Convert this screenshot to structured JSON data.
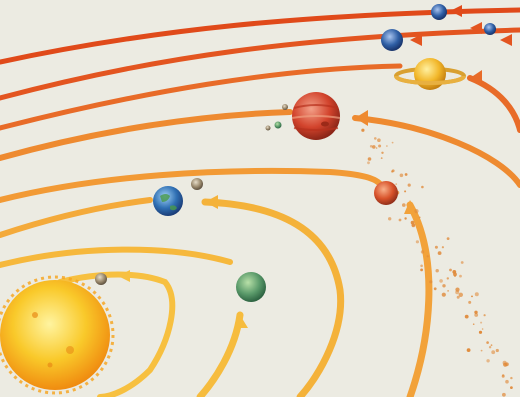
{
  "scene": {
    "type": "illustration",
    "subject": "solar-system",
    "background_color": "#ecebe2",
    "orbit_color_outer": "#e04a1a",
    "orbit_color_inner": "#f4b23a",
    "sun_color": "#f7b315",
    "asteroid_color": "#e08a3a"
  },
  "bodies": [
    {
      "name": "sun",
      "color": "#f7b315"
    },
    {
      "name": "mercury",
      "color": "#9b8a6e"
    },
    {
      "name": "venus",
      "color": "#5a9a6a"
    },
    {
      "name": "earth",
      "color": "#2f6fb3"
    },
    {
      "name": "moon",
      "color": "#a59072"
    },
    {
      "name": "mars",
      "color": "#d8522a"
    },
    {
      "name": "jupiter",
      "color": "#d2432c"
    },
    {
      "name": "saturn",
      "color": "#f2b72a"
    },
    {
      "name": "uranus",
      "color": "#2f5fa5"
    },
    {
      "name": "neptune",
      "color": "#1e4aa0"
    },
    {
      "name": "pluto",
      "color": "#7c8fb8"
    }
  ]
}
